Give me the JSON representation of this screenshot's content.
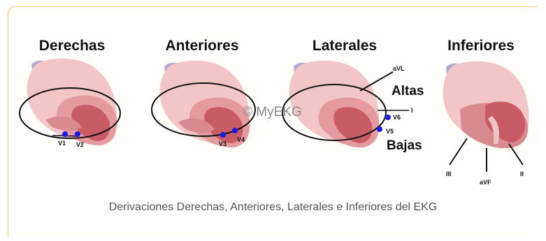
{
  "groups": [
    {
      "title": "Derechas",
      "leads": [
        "V1",
        "V2"
      ]
    },
    {
      "title": "Anteriores",
      "leads": [
        "V3",
        "V4"
      ]
    },
    {
      "title": "Laterales",
      "leads": [
        "aVL",
        "I",
        "V6",
        "V5"
      ],
      "sublabels": {
        "high": "Altas",
        "low": "Bajas"
      }
    },
    {
      "title": "Inferiores",
      "leads": [
        "III",
        "aVF",
        "II"
      ]
    }
  ],
  "watermark": "© MyEKG",
  "caption": "Derivaciones Derechas, Anteriores, Laterales e Inferiores del EKG",
  "colors": {
    "frame": "#f4c770",
    "electrode": "#1a1ae6",
    "heart_light": "#f2c6c8",
    "heart_mid": "#d98a90",
    "heart_dark": "#c85c64",
    "vessel": "#b7a9cf"
  }
}
